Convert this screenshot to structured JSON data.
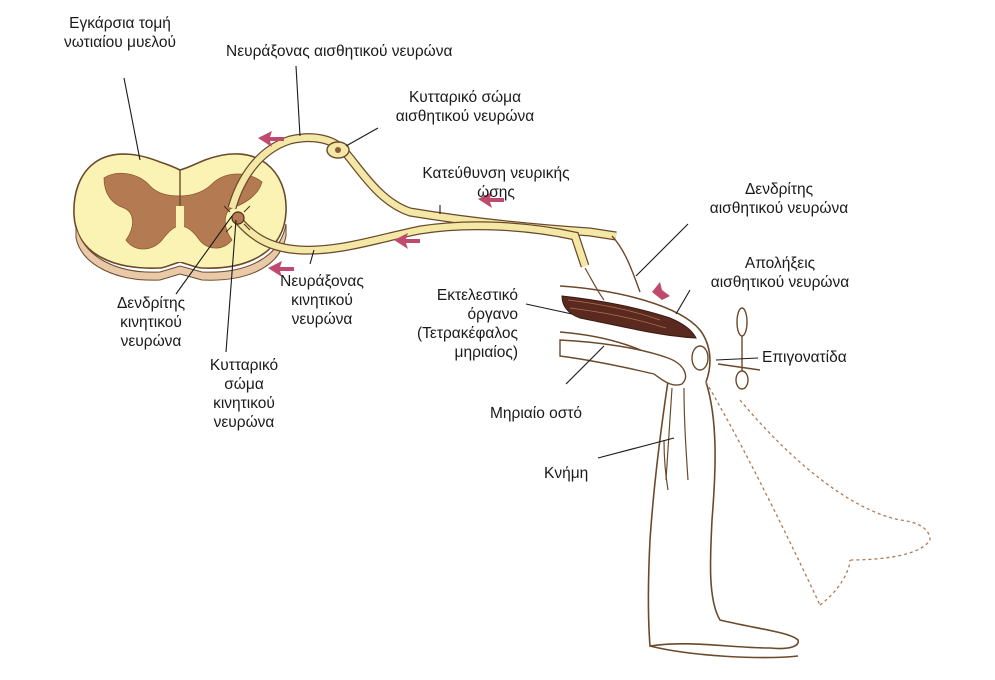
{
  "labels": {
    "spinal_cross_section": [
      "Εγκάρσια τομή",
      "νωτιαίου μυελού"
    ],
    "sensory_axon": [
      "Νευράξονας αισθητικού νευρώνα"
    ],
    "sensory_cell_body": [
      "Κυτταρικό σώμα",
      "αισθητικού νευρώνα"
    ],
    "impulse_direction": [
      "Κατεύθυνση νευρικής",
      "ώσης"
    ],
    "sensory_dendrite": [
      "Δενδρίτης",
      "αισθητικού νευρώνα"
    ],
    "sensory_endings": [
      "Απολήξεις",
      "αισθητικού νευρώνα"
    ],
    "effector": [
      "Εκτελεστικό",
      "όργανο",
      "(Τετρακέφαλος",
      "μηριαίος)"
    ],
    "patella": [
      "Επιγονατίδα"
    ],
    "femur": [
      "Μηριαίο οστό"
    ],
    "tibia": [
      "Κνήμη"
    ],
    "motor_axon": [
      "Νευράξονας",
      "κινητικού",
      "νευρώνα"
    ],
    "motor_dendrite": [
      "Δενδρίτης",
      "κινητικού",
      "νευρώνα"
    ],
    "motor_cell_body": [
      "Κυτταρικό",
      "σώμα",
      "κινητικού",
      "νευρώνα"
    ]
  },
  "colors": {
    "white_matter": "#fbf3b4",
    "grey_matter": "#b47a52",
    "nerve_fill": "#f3e8a6",
    "outline": "#6b4a2c",
    "arrow": "#c04a6e",
    "muscle": "#5a2a20",
    "skin": "#ffffff"
  }
}
